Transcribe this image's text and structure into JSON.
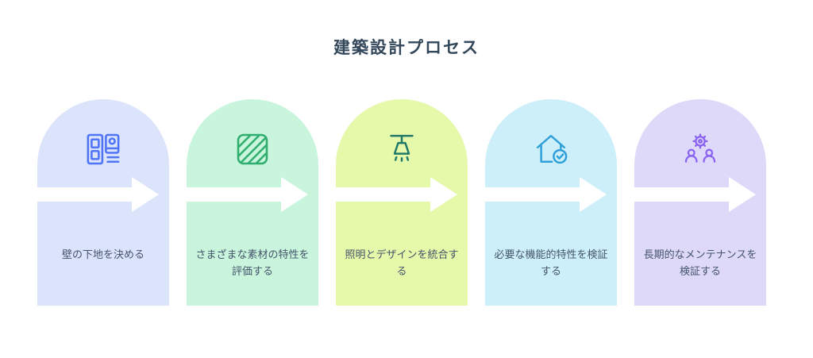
{
  "title": "建築設計プロセス",
  "arrow_color": "#ffffff",
  "steps": [
    {
      "label": "壁の下地を決める",
      "icon": "wall-panel-icon",
      "bg": "#dbe4fb",
      "icon_color": "#4f74f8"
    },
    {
      "label": "さまざまな素材の特性を評価する",
      "icon": "material-swatch-icon",
      "bg": "#c9f5dd",
      "icon_color": "#2fae6e"
    },
    {
      "label": "照明とデザインを統合する",
      "icon": "pendant-light-icon",
      "bg": "#e6f8aa",
      "icon_color": "#1f7a68"
    },
    {
      "label": "必要な機能的特性を検証する",
      "icon": "house-check-icon",
      "bg": "#cdeffa",
      "icon_color": "#2f9fd8"
    },
    {
      "label": "長期的なメンテナンスを検証する",
      "icon": "team-gear-icon",
      "bg": "#ded8f9",
      "icon_color": "#8a63f3"
    }
  ]
}
